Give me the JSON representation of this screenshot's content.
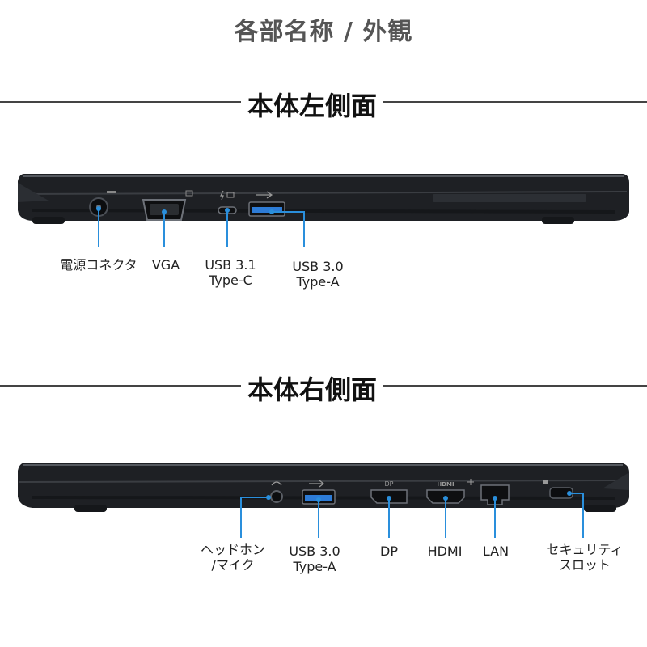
{
  "page": {
    "title": "各部名称 / 外観"
  },
  "left_view": {
    "title": "本体左側面",
    "ports": [
      {
        "lines": [
          "電源コネクタ"
        ]
      },
      {
        "lines": [
          "VGA"
        ]
      },
      {
        "lines": [
          "USB 3.1",
          "Type-C"
        ]
      },
      {
        "lines": [
          "USB 3.0",
          "Type-A"
        ]
      }
    ]
  },
  "right_view": {
    "title": "本体右側面",
    "port_marks": {
      "dp": "DP",
      "hdmi": "HDMI"
    },
    "ports": [
      {
        "lines": [
          "ヘッドホン",
          "/マイク"
        ]
      },
      {
        "lines": [
          "USB 3.0",
          "Type-A"
        ]
      },
      {
        "lines": [
          "DP"
        ]
      },
      {
        "lines": [
          "HDMI"
        ]
      },
      {
        "lines": [
          "LAN"
        ]
      },
      {
        "lines": [
          "セキュリティ",
          "スロット"
        ]
      }
    ]
  },
  "colors": {
    "callout": "#2a8fdc",
    "chassis": "#1e2024",
    "rule": "#444444"
  }
}
